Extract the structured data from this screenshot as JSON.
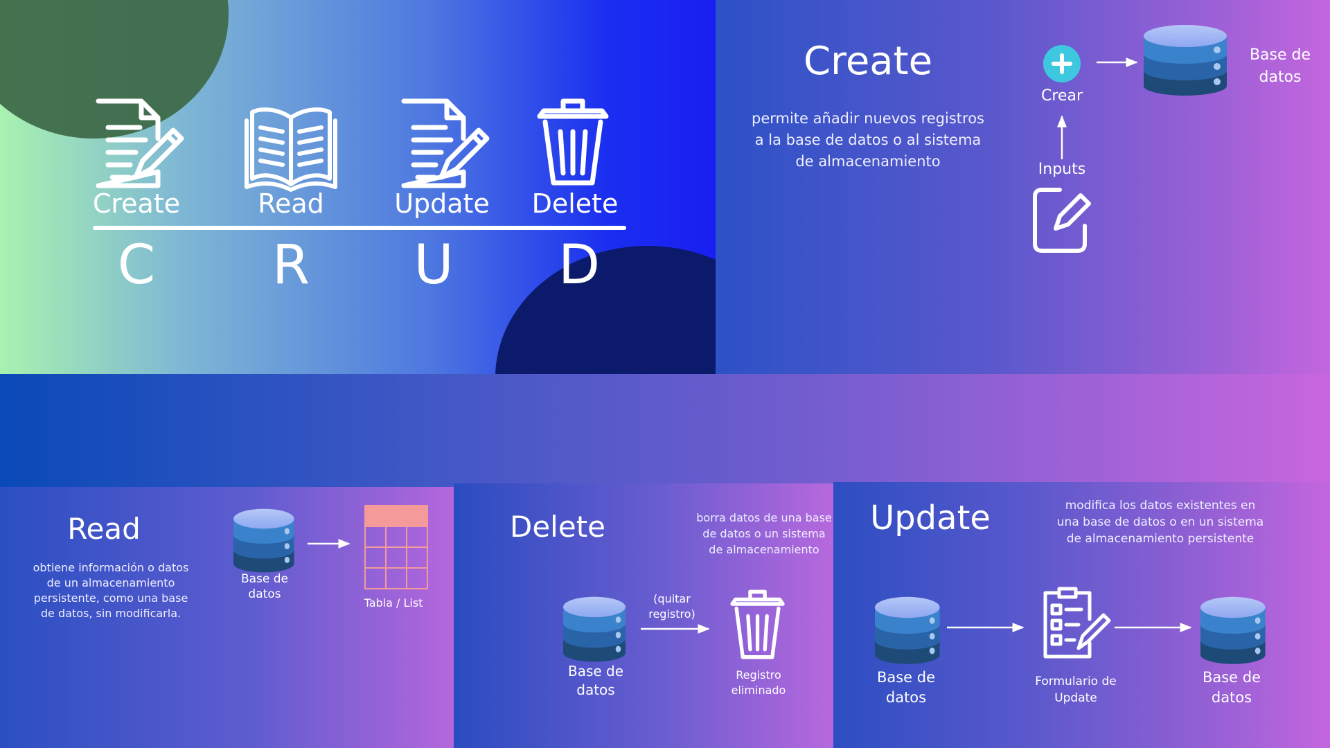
{
  "crud": {
    "items": [
      {
        "label": "Create",
        "letter": "C",
        "icon": "document-edit-icon"
      },
      {
        "label": "Read",
        "letter": "R",
        "icon": "open-book-icon"
      },
      {
        "label": "Update",
        "letter": "U",
        "icon": "document-edit-icon"
      },
      {
        "label": "Delete",
        "letter": "D",
        "icon": "trash-can-icon"
      }
    ]
  },
  "create": {
    "title": "Create",
    "description": "permite añadir nuevos registros a la base de datos o al sistema de almacenamiento",
    "crear_label": "Crear",
    "inputs_label": "Inputs",
    "db_label": "Base de datos",
    "plus_color": "#3ec8e0"
  },
  "read": {
    "title": "Read",
    "description": "obtiene información o datos de un almacenamiento persistente, como una base de datos, sin modificarla.",
    "db_label": "Base de datos",
    "table_label": "Tabla / List",
    "table_header_color": "#f49a9a"
  },
  "delete": {
    "title": "Delete",
    "description": "borra datos de una base de datos o un sistema de almacenamiento",
    "db_label": "Base de datos",
    "arrow_label": "(quitar registro)",
    "result_label": "Registro eliminado"
  },
  "update": {
    "title": "Update",
    "description": "modifica los datos existentes en una base de datos o en un sistema de almacenamiento persistente",
    "db_label_left": "Base de datos",
    "form_label": "Formulario de Update",
    "db_label_right": "Base de datos"
  }
}
